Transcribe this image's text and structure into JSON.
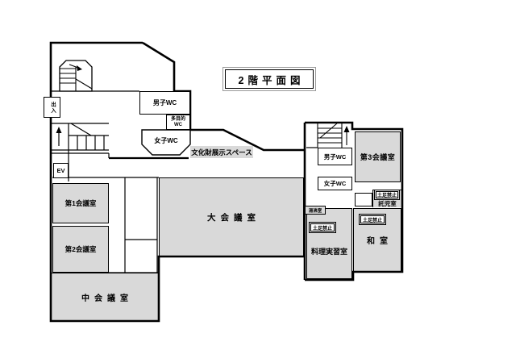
{
  "title": "2階平面図",
  "colors": {
    "room_fill": "#d9d9d9",
    "wall": "#000000",
    "background": "#ffffff"
  },
  "labels": {
    "entrance": "出入",
    "elevator": "EV",
    "exhibition_space": "文化財展示スペース",
    "no_shoes": "土足禁止",
    "kitchenette": "湯沸室",
    "nursery": "託児室"
  },
  "rooms": {
    "meeting_room_1": "第1会議室",
    "meeting_room_2": "第2会議室",
    "large_meeting_room": "大会議室",
    "medium_meeting_room": "中会議室",
    "meeting_room_3": "第3会議室",
    "japanese_room": "和室",
    "cooking_practice_room": "料理実習室",
    "mens_wc": "男子WC",
    "womens_wc": "女子WC",
    "multipurpose_wc_line1": "多目的",
    "multipurpose_wc_line2": "WC"
  }
}
